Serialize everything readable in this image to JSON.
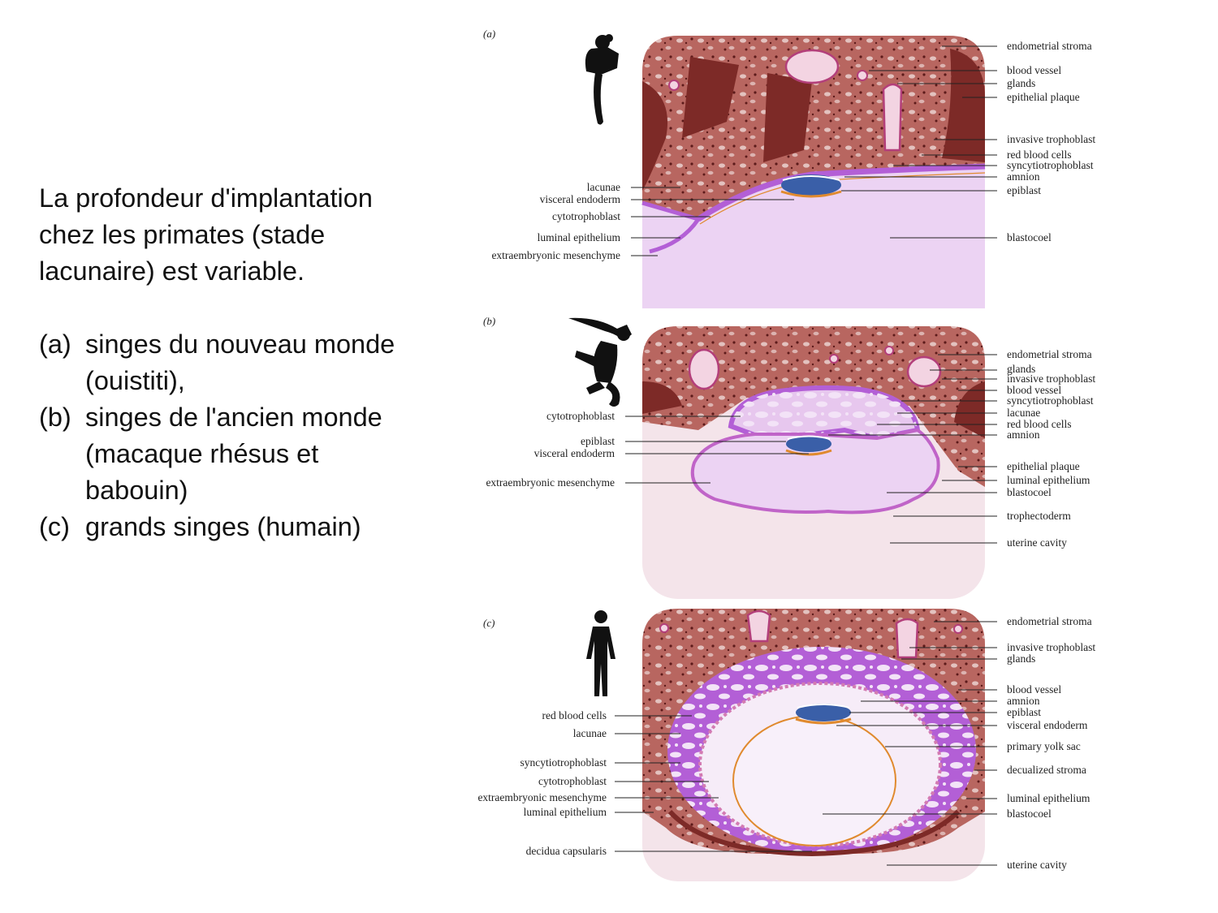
{
  "slide": {
    "intro": "La profondeur d'implantation\nchez les primates (stade\nlacunaire) est variable.",
    "items": [
      {
        "marker": "(a)",
        "text": "singes du nouveau monde\n(ouistiti),"
      },
      {
        "marker": "(b)",
        "text": "singes de l'ancien monde\n(macaque rhésus et\nbabouin)"
      },
      {
        "marker": "(c)",
        "text": "grands singes (humain)"
      }
    ]
  },
  "panels": [
    {
      "letter": "(a)",
      "silhouette": "marmoset-silhouette",
      "labels_left": [
        "lacunae",
        "visceral endoderm",
        "cytotrophoblast",
        "luminal epithelium",
        "extraembryonic mesenchyme"
      ],
      "labels_right": [
        "endometrial stroma",
        "blood vessel",
        "glands",
        "epithelial plaque",
        "invasive trophoblast",
        "red blood cells",
        "syncytiotrophoblast",
        "amnion",
        "epiblast",
        "blastocoel"
      ]
    },
    {
      "letter": "(b)",
      "silhouette": "macaque-silhouette",
      "labels_left": [
        "cytotrophoblast",
        "epiblast",
        "visceral endoderm",
        "extraembryonic mesenchyme"
      ],
      "labels_right": [
        "endometrial stroma",
        "glands",
        "invasive trophoblast",
        "blood vessel",
        "syncytiotrophoblast",
        "lacunae",
        "red blood cells",
        "amnion",
        "epithelial plaque",
        "luminal epithelium",
        "blastocoel",
        "trophectoderm",
        "uterine cavity"
      ]
    },
    {
      "letter": "(c)",
      "silhouette": "human-silhouette",
      "labels_left": [
        "red blood cells",
        "lacunae",
        "syncytiotrophoblast",
        "cytotrophoblast",
        "extraembryonic mesenchyme",
        "luminal epithelium",
        "decidua capsularis"
      ],
      "labels_right": [
        "endometrial stroma",
        "invasive trophoblast",
        "glands",
        "blood vessel",
        "amnion",
        "epiblast",
        "visceral endoderm",
        "primary yolk sac",
        "decualized stroma",
        "luminal epithelium",
        "blastocoel",
        "uterine cavity"
      ]
    }
  ],
  "colors": {
    "stroma": "#b86660",
    "stroma_dark": "#7d2a27",
    "lumen": "#f4e4ea",
    "blastocoel": "#ecd3f3",
    "trophoblast": "#b35fd6",
    "epiblast": "#3a5fa8",
    "yolk_sac": "#e08a2e"
  }
}
